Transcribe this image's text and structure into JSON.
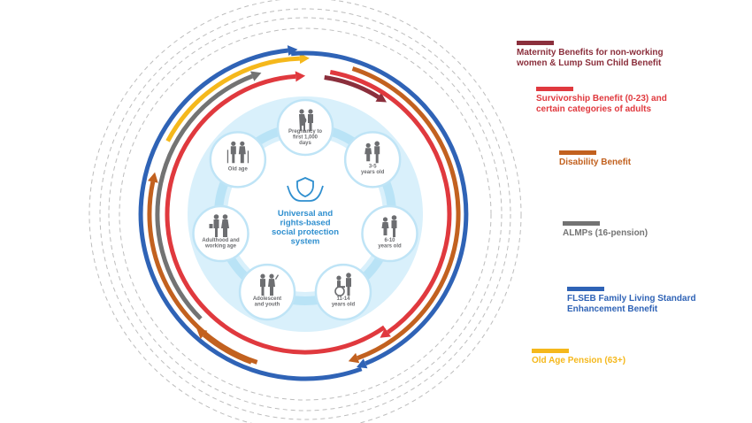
{
  "center": {
    "lines": [
      "Universal and",
      "rights-based",
      "social protection",
      "system"
    ]
  },
  "stages": [
    {
      "lines": [
        "Pregnancy to",
        "first 1,000",
        "days"
      ],
      "icon": "pregnancy-icon"
    },
    {
      "lines": [
        "3-5",
        "years old"
      ],
      "icon": "children-icon"
    },
    {
      "lines": [
        "6-10",
        "years old"
      ],
      "icon": "children-icon"
    },
    {
      "lines": [
        "11-14",
        "years old"
      ],
      "icon": "wheelchair-child-icon"
    },
    {
      "lines": [
        "Adolescent",
        "and youth"
      ],
      "icon": "youth-icon"
    },
    {
      "lines": [
        "Adulthood and",
        "working age"
      ],
      "icon": "adults-icon"
    },
    {
      "lines": [
        "Old age"
      ],
      "icon": "elderly-icon"
    }
  ],
  "legend": [
    {
      "id": "maternity",
      "lines": [
        "Maternity Benefits for non-working",
        "women & Lump Sum Child Benefit"
      ],
      "color": "#8b2f3c"
    },
    {
      "id": "survivorship",
      "lines": [
        "Survivorship Benefit (0-23) and",
        "certain categories of adults"
      ],
      "color": "#e0393e"
    },
    {
      "id": "disability",
      "lines": [
        "Disability Benefit"
      ],
      "color": "#c2611f"
    },
    {
      "id": "almps",
      "lines": [
        "ALMPs (16-pension)"
      ],
      "color": "#737373"
    },
    {
      "id": "flseb",
      "lines": [
        "FLSEB Family Living Standard",
        "Enhancement Benefit"
      ],
      "color": "#2f63b6"
    },
    {
      "id": "oldage",
      "lines": [
        "Old Age Pension (63+)"
      ],
      "color": "#f5b81c"
    }
  ]
}
